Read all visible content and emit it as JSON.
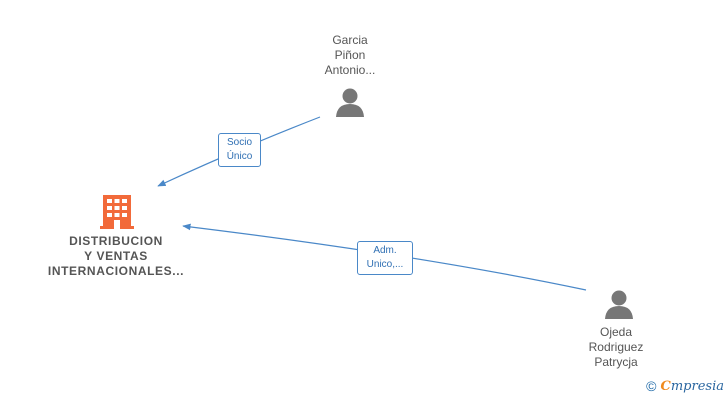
{
  "nodes": {
    "company": {
      "lines": [
        "DISTRIBUCION",
        "Y VENTAS",
        "INTERNACIONALES..."
      ],
      "icon": "building-icon",
      "color": "#f26a3a"
    },
    "person_top": {
      "lines": [
        "Garcia",
        "Piñon",
        "Antonio..."
      ],
      "icon": "person-icon",
      "color": "#777777"
    },
    "person_bottom": {
      "lines": [
        "Ojeda",
        "Rodriguez",
        "Patrycja"
      ],
      "icon": "person-icon",
      "color": "#777777"
    }
  },
  "edges": {
    "top": {
      "lines": [
        "Socio",
        "Único"
      ]
    },
    "bottom": {
      "lines": [
        "Adm.",
        "Unico,..."
      ]
    }
  },
  "colors": {
    "edge": "#4a88c8",
    "label_text": "#555555"
  },
  "footer": {
    "copyright": "©",
    "brand_first": "C",
    "brand_rest": "mpresia"
  }
}
